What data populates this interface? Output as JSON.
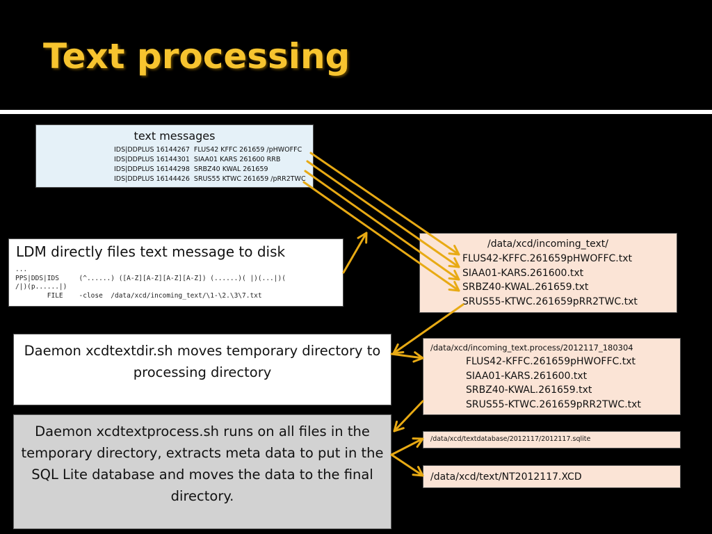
{
  "header": {
    "title": "Text processing"
  },
  "text_messages": {
    "title": "text messages",
    "lines": [
      "IDS|DDPLUS 16144267  FLUS42 KFFC 261659 /pHWOFFC",
      "IDS|DDPLUS 16144301  SIAA01 KARS 261600 RRB",
      "IDS|DDPLUS 16144298  SRBZ40 KWAL 261659",
      "IDS|DDPLUS 16144426  SRUS55 KTWC 261659 /pRR2TWC"
    ]
  },
  "ldm_box": {
    "title": "LDM directly files text message to disk",
    "code": [
      "...",
      "PPS|DDS|IDS     (^......) ([A-Z][A-Z][A-Z][A-Z]) (......)( |)(...|)(",
      "/|)(p......|)",
      "        FILE    -close  /data/xcd/incoming_text/\\1-\\2.\\3\\7.txt"
    ]
  },
  "incoming_box": {
    "path": "/data/xcd/incoming_text/",
    "files": [
      "FLUS42-KFFC.261659pHWOFFC.txt",
      "SIAA01-KARS.261600.txt",
      "SRBZ40-KWAL.261659.txt",
      "SRUS55-KTWC.261659pRR2TWC.txt"
    ]
  },
  "daemon1": {
    "text": "Daemon xcdtextdir.sh moves temporary directory to processing directory"
  },
  "process_box": {
    "path": "/data/xcd/incoming_text.process/2012117_180304",
    "files": [
      "FLUS42-KFFC.261659pHWOFFC.txt",
      "SIAA01-KARS.261600.txt",
      "SRBZ40-KWAL.261659.txt",
      "SRUS55-KTWC.261659pRR2TWC.txt"
    ]
  },
  "daemon2": {
    "text": "Daemon xcdtextprocess.sh runs on all files in the temporary directory, extracts meta data to put in the SQL Lite database and moves the data to the final directory."
  },
  "sqlite_box": {
    "path": "/data/xcd/textdatabase/2012117/2012117.sqlite"
  },
  "final_box": {
    "path": "/data/xcd/text/NT2012117.XCD"
  },
  "colors": {
    "arrow": "#e8aa14",
    "title": "#f7c42f",
    "box_blue": "#e5f1f8",
    "box_peach": "#fbe4d6",
    "box_gray": "#d2d2d2"
  }
}
